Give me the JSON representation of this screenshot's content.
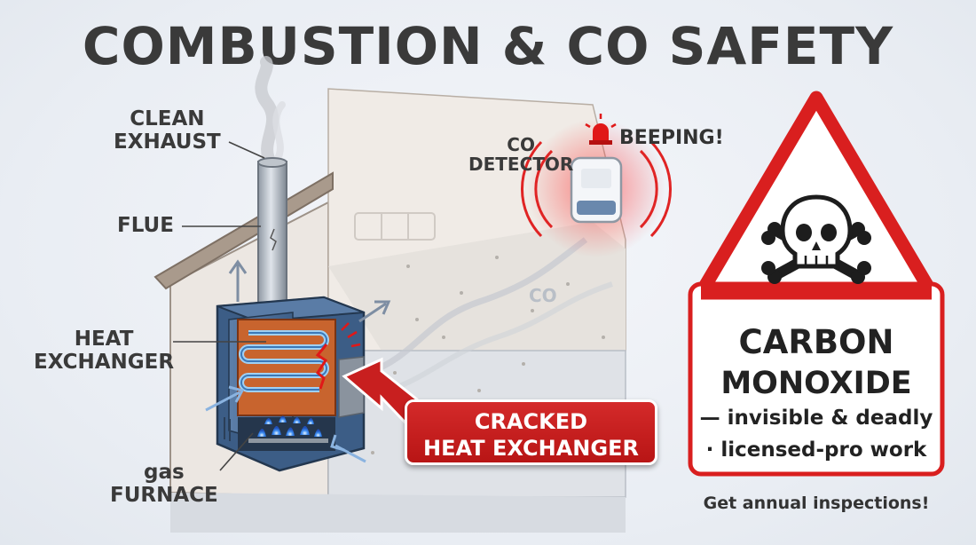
{
  "title": "COMBUSTION & CO SAFETY",
  "labels": {
    "clean_exhaust_1": "CLEAN",
    "clean_exhaust_2": "EXHAUST",
    "flue": "FLUE",
    "heat_exchanger_1": "HEAT",
    "heat_exchanger_2": "EXCHANGER",
    "furnace_1": "gas",
    "furnace_2": "FURNACE",
    "co_detector_1": "CO",
    "co_detector_2": "DETECTOR",
    "beeping": "BEEPING!",
    "co_gas": "CO"
  },
  "callout": {
    "line1": "CRACKED",
    "line2": "HEAT EXCHANGER"
  },
  "sign": {
    "line1": "CARBON",
    "line2": "MONOXIDE",
    "line3": "— invisible & deadly",
    "line4": "· licensed-pro work"
  },
  "footer": "Get annual inspections!",
  "colors": {
    "danger_red": "#d42a2a",
    "flame_blue": "#2f7be8",
    "furnace_blue": "#4a6e9a",
    "copper": "#c8642e"
  },
  "icons": [
    "skull-crossbones-icon",
    "siren-icon",
    "warning-triangle-icon"
  ]
}
